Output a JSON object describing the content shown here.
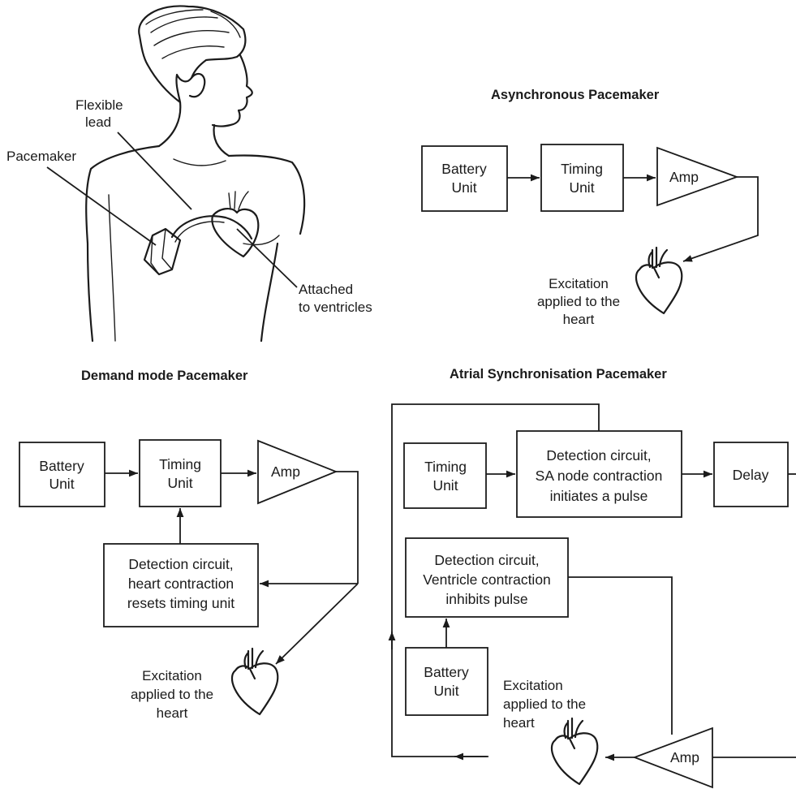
{
  "figure": {
    "labels": {
      "flexible_lead": [
        "Flexible",
        "lead"
      ],
      "pacemaker": "Pacemaker",
      "attached": [
        "Attached",
        "to ventricles"
      ]
    }
  },
  "asynchronous": {
    "title": "Asynchronous Pacemaker",
    "battery": [
      "Battery",
      "Unit"
    ],
    "timing": [
      "Timing",
      "Unit"
    ],
    "amp": "Amp",
    "excitation": [
      "Excitation",
      "applied to the",
      "heart"
    ]
  },
  "demand": {
    "title": "Demand mode Pacemaker",
    "battery": [
      "Battery",
      "Unit"
    ],
    "timing": [
      "Timing",
      "Unit"
    ],
    "amp": "Amp",
    "detection": [
      "Detection circuit,",
      "heart contraction",
      "resets timing unit"
    ],
    "excitation": [
      "Excitation",
      "applied to the",
      "heart"
    ]
  },
  "atrial": {
    "title": "Atrial Synchronisation Pacemaker",
    "timing": [
      "Timing",
      "Unit"
    ],
    "detection_sa": [
      "Detection circuit,",
      "SA node contraction",
      "initiates a pulse"
    ],
    "delay": "Delay",
    "detection_v": [
      "Detection circuit,",
      "Ventricle contraction",
      "inhibits pulse"
    ],
    "battery": [
      "Battery",
      "Unit"
    ],
    "excitation": [
      "Excitation",
      "applied to the",
      "heart"
    ],
    "amp": "Amp"
  }
}
